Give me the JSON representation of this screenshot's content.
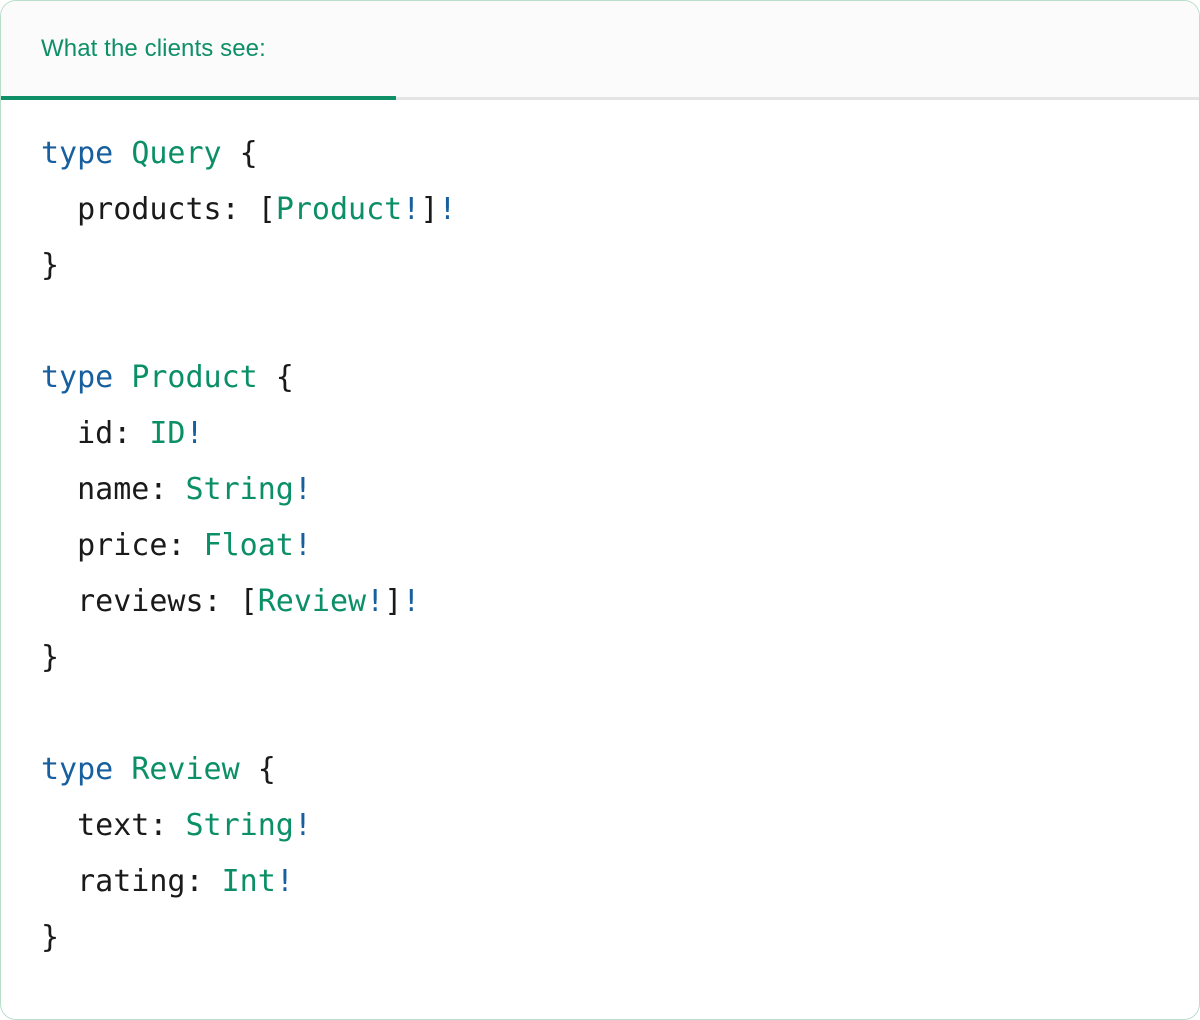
{
  "card": {
    "border_color": "#b9dfcc",
    "background": "#ffffff"
  },
  "header": {
    "active_tab_label": "What the clients see:",
    "accent_color": "#0e8f66",
    "strip_background": "#fbfbfb",
    "divider_color": "#e4e4e4"
  },
  "code": {
    "language": "graphql",
    "colors": {
      "keyword": "#175f9e",
      "type_name": "#0b8f66",
      "punctuation": "#1a1a1a",
      "non_null": "#175f9e"
    },
    "lines": [
      {
        "id": "line-1",
        "tokens": [
          {
            "t": "type",
            "c": "kw"
          },
          {
            "t": " ",
            "c": "punct"
          },
          {
            "t": "Query",
            "c": "type"
          },
          {
            "t": " {",
            "c": "punct"
          }
        ]
      },
      {
        "id": "line-2",
        "tokens": [
          {
            "t": "  products: [",
            "c": "punct"
          },
          {
            "t": "Product",
            "c": "type"
          },
          {
            "t": "!",
            "c": "bang"
          },
          {
            "t": "]",
            "c": "punct"
          },
          {
            "t": "!",
            "c": "bang"
          }
        ]
      },
      {
        "id": "line-3",
        "tokens": [
          {
            "t": "}",
            "c": "punct"
          }
        ]
      },
      {
        "id": "line-4",
        "tokens": [
          {
            "t": " ",
            "c": "punct"
          }
        ]
      },
      {
        "id": "line-5",
        "tokens": [
          {
            "t": "type",
            "c": "kw"
          },
          {
            "t": " ",
            "c": "punct"
          },
          {
            "t": "Product",
            "c": "type"
          },
          {
            "t": " {",
            "c": "punct"
          }
        ]
      },
      {
        "id": "line-6",
        "tokens": [
          {
            "t": "  id: ",
            "c": "punct"
          },
          {
            "t": "ID",
            "c": "type"
          },
          {
            "t": "!",
            "c": "bang"
          }
        ]
      },
      {
        "id": "line-7",
        "tokens": [
          {
            "t": "  name: ",
            "c": "punct"
          },
          {
            "t": "String",
            "c": "type"
          },
          {
            "t": "!",
            "c": "bang"
          }
        ]
      },
      {
        "id": "line-8",
        "tokens": [
          {
            "t": "  price: ",
            "c": "punct"
          },
          {
            "t": "Float",
            "c": "type"
          },
          {
            "t": "!",
            "c": "bang"
          }
        ]
      },
      {
        "id": "line-9",
        "tokens": [
          {
            "t": "  reviews: [",
            "c": "punct"
          },
          {
            "t": "Review",
            "c": "type"
          },
          {
            "t": "!",
            "c": "bang"
          },
          {
            "t": "]",
            "c": "punct"
          },
          {
            "t": "!",
            "c": "bang"
          }
        ]
      },
      {
        "id": "line-10",
        "tokens": [
          {
            "t": "}",
            "c": "punct"
          }
        ]
      },
      {
        "id": "line-11",
        "tokens": [
          {
            "t": " ",
            "c": "punct"
          }
        ]
      },
      {
        "id": "line-12",
        "tokens": [
          {
            "t": "type",
            "c": "kw"
          },
          {
            "t": " ",
            "c": "punct"
          },
          {
            "t": "Review",
            "c": "type"
          },
          {
            "t": " {",
            "c": "punct"
          }
        ]
      },
      {
        "id": "line-13",
        "tokens": [
          {
            "t": "  text: ",
            "c": "punct"
          },
          {
            "t": "String",
            "c": "type"
          },
          {
            "t": "!",
            "c": "bang"
          }
        ]
      },
      {
        "id": "line-14",
        "tokens": [
          {
            "t": "  rating: ",
            "c": "punct"
          },
          {
            "t": "Int",
            "c": "type"
          },
          {
            "t": "!",
            "c": "bang"
          }
        ]
      },
      {
        "id": "line-15",
        "tokens": [
          {
            "t": "}",
            "c": "punct"
          }
        ]
      }
    ]
  }
}
